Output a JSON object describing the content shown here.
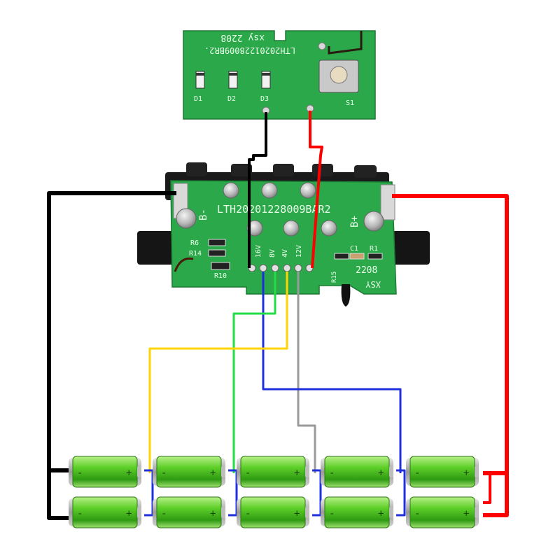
{
  "small_pcb": {
    "line1": "xsy 2208",
    "line2": "LTH20201228009BR2.",
    "diodes": [
      "D1",
      "D2",
      "D3"
    ],
    "switch_label": "S1"
  },
  "main_pcb": {
    "board_text": "LTH20201228009BAR2",
    "minus_label": "B-",
    "plus_label": "B+",
    "resistors": [
      "R6",
      "R14",
      "R10",
      "R15",
      "C1",
      "R1"
    ],
    "pin_labels": [
      "16V",
      "8V",
      "4V",
      "12V"
    ],
    "date_code": "2208",
    "maker": "XSY"
  },
  "battery": {
    "rows": 2,
    "cells_per_row": 5,
    "cell_minus": "-",
    "cell_plus": "+"
  },
  "colors": {
    "black_wire": "#000000",
    "red_wire": "#ff0000",
    "blue_wire": "#1f2fdc",
    "green_wire": "#22dd44",
    "yellow_wire": "#ffd400",
    "gray_wire": "#9a9a9a",
    "pcb_green": "#2aa84a",
    "cell_green": "#3fbf1f"
  }
}
